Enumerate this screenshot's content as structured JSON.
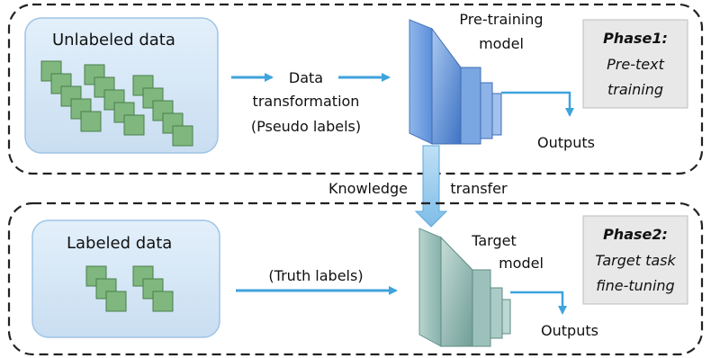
{
  "phase1": {
    "input_box_label": "Unlabeled data",
    "transform_line1": "Data",
    "transform_line2": "transformation",
    "transform_line3": "(Pseudo labels)",
    "model_line1": "Pre-training",
    "model_line2": "model",
    "outputs_label": "Outputs",
    "phase_title": "Phase1:",
    "phase_line1": "Pre-text",
    "phase_line2": "training"
  },
  "transfer": {
    "word1": "Knowledge",
    "word2": "transfer"
  },
  "phase2": {
    "input_box_label": "Labeled data",
    "edge_label": "(Truth labels)",
    "model_line1": "Target",
    "model_line2": "model",
    "outputs_label": "Outputs",
    "phase_title": "Phase2:",
    "phase_line1": "Target task",
    "phase_line2": "fine-tuning"
  },
  "colors": {
    "arrow": "#3fa3dc",
    "data_box_fill": "#d4e6f5",
    "data_box_stroke": "#9fc4e6",
    "data_square_fill": "#7fb77e",
    "data_square_stroke": "#4a7f4a",
    "pretrain_model": "#5b8fd6",
    "target_model": "#7fb0a8",
    "phase_box_fill": "#e8e8e8",
    "dashed_border": "#222222"
  }
}
